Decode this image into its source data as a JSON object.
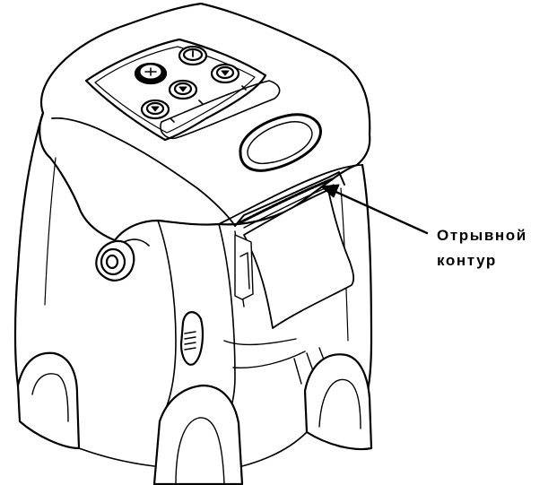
{
  "callout": {
    "line1": "Отрывной",
    "line2": "контур"
  },
  "colors": {
    "outline": "#000000",
    "fill": "#ffffff"
  },
  "icons": [
    "printer-illustration",
    "arrow-icon"
  ]
}
